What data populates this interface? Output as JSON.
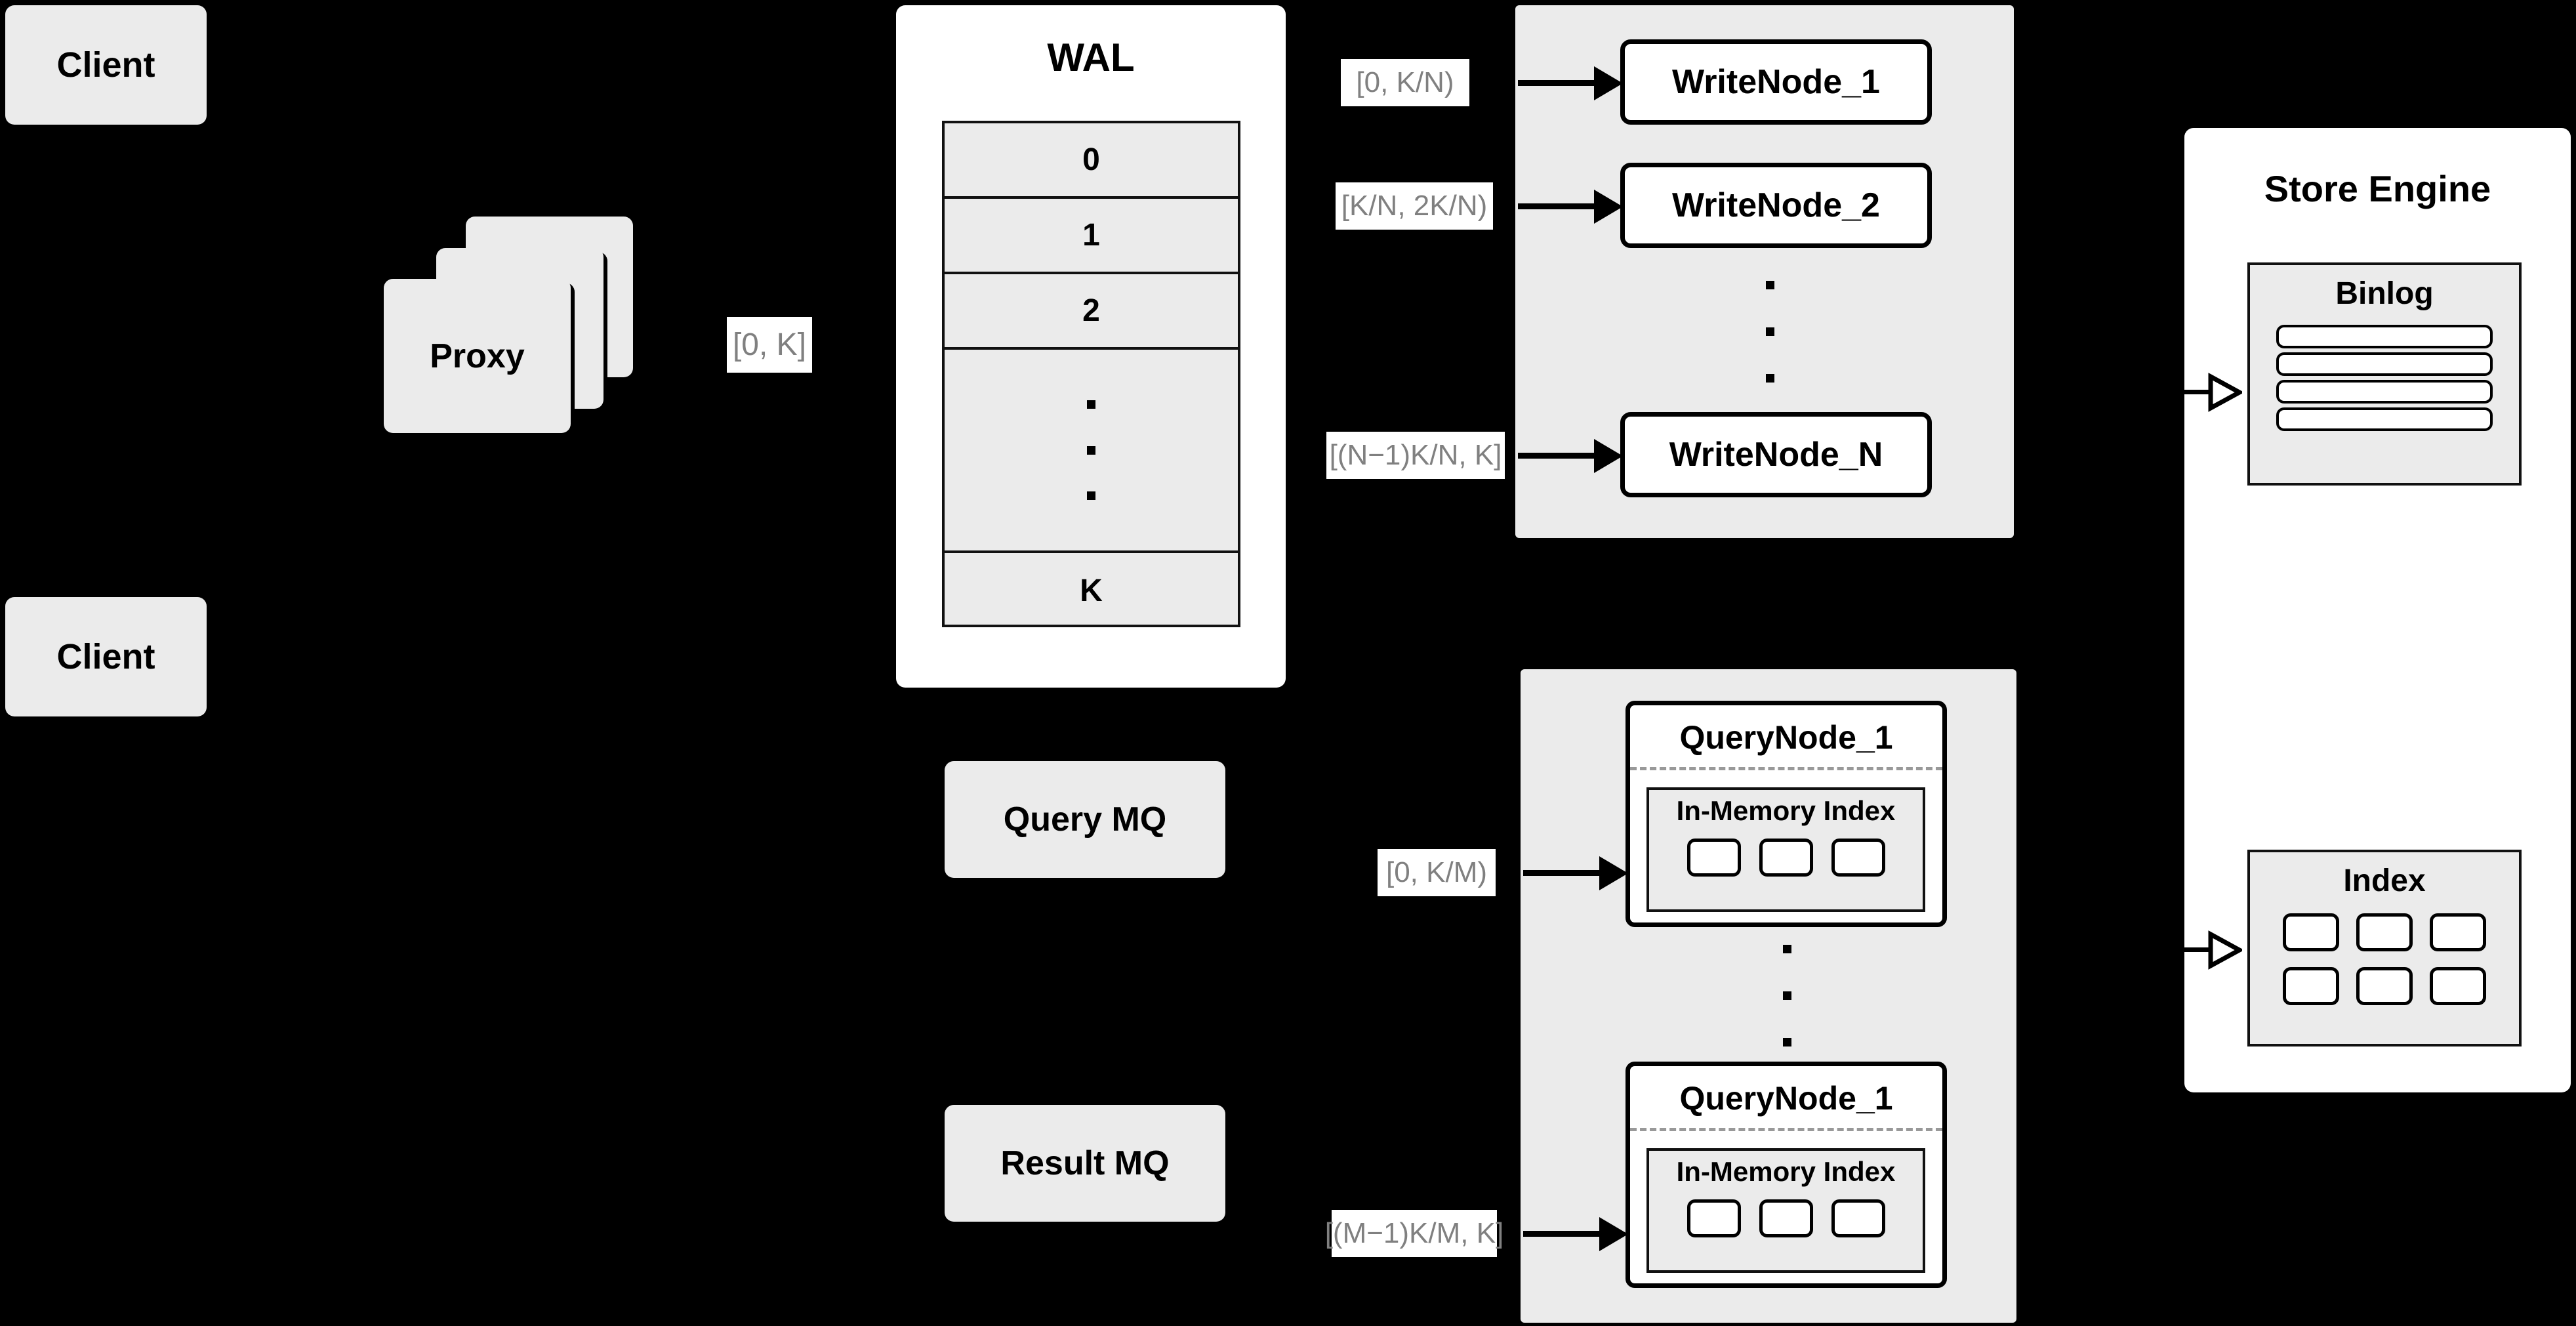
{
  "diagram": {
    "background": "#000000",
    "node_fill_gray": "#ebebeb",
    "node_fill_white": "#ffffff",
    "stroke": "#000000",
    "label_text_color": "#808080",
    "clients": [
      {
        "label": "Client"
      },
      {
        "label": "Client"
      }
    ],
    "proxy": {
      "label": "Proxy",
      "stack_count": 3
    },
    "wal": {
      "title": "WAL",
      "cells": [
        "0",
        "1",
        "2",
        "⋮",
        "K"
      ],
      "ellipsis_index": 3
    },
    "message_queues": [
      {
        "label": "Query MQ"
      },
      {
        "label": "Result MQ"
      }
    ],
    "write_group": {
      "nodes": [
        {
          "label": "WriteNode_1"
        },
        {
          "label": "WriteNode_2"
        },
        {
          "label": "WriteNode_N"
        }
      ],
      "ellipsis": "⋮"
    },
    "query_group": {
      "nodes": [
        {
          "label": "QueryNode_1",
          "index_label": "In-Memory Index",
          "segment_count": 3
        },
        {
          "label": "QueryNode_1",
          "index_label": "In-Memory Index",
          "segment_count": 3
        }
      ],
      "ellipsis": "⋮"
    },
    "store_engine": {
      "title": "Store Engine",
      "binlog": {
        "title": "Binlog",
        "entry_count": 4
      },
      "index": {
        "title": "Index",
        "cell_count": 6
      }
    },
    "edge_labels": {
      "proxy_to_wal": "[0, K]",
      "write_1": "[0,  K/N)",
      "write_2": "[K/N, 2K/N)",
      "write_n": "[(N−1)K/N,  K]",
      "query_1": "[0, K/M)",
      "query_m": "[(M−1)K/M, K]"
    }
  }
}
